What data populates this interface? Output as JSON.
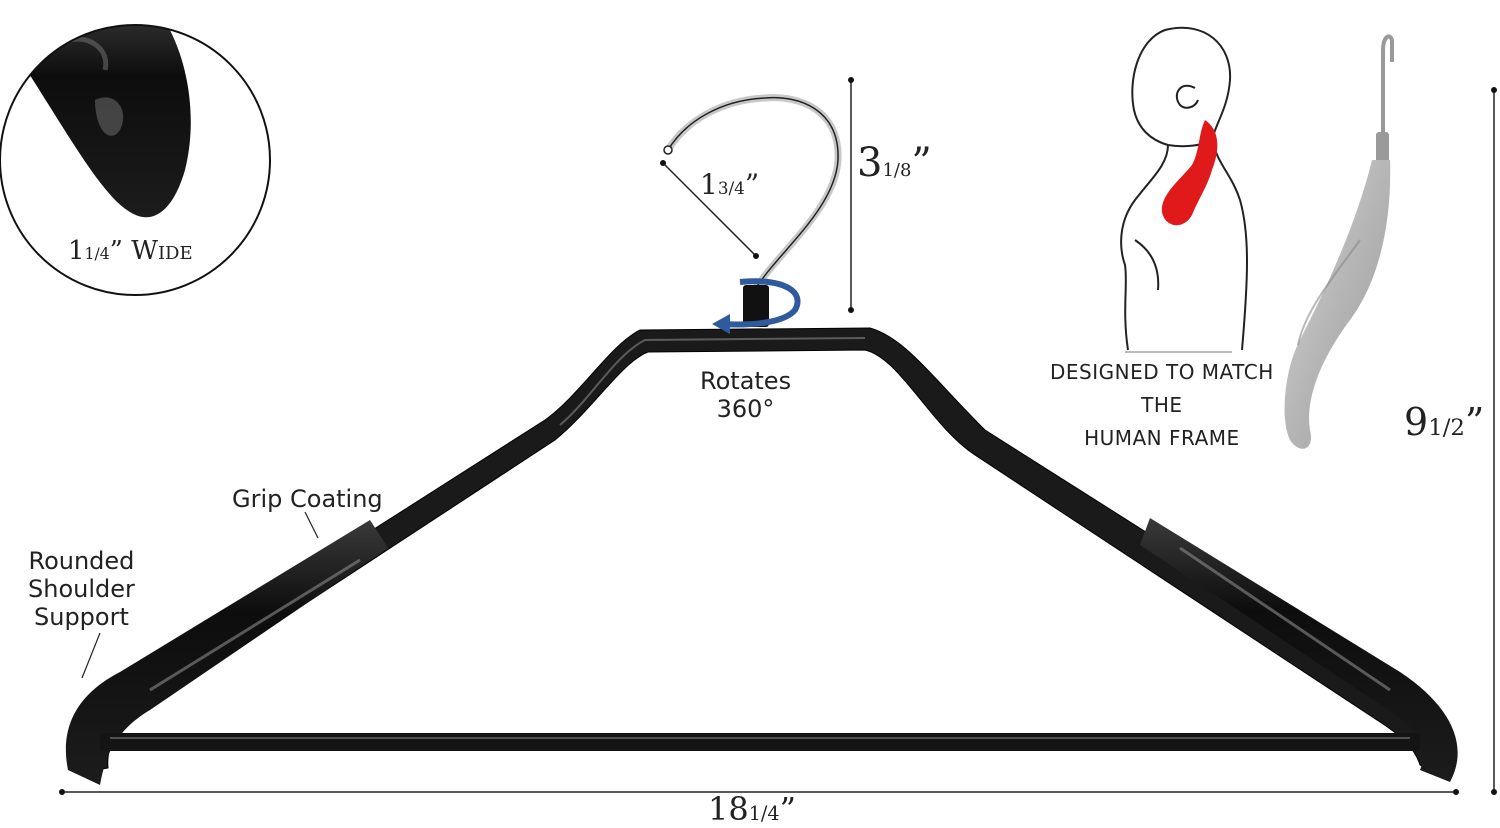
{
  "callouts": {
    "width_detail": {
      "number": "1",
      "fraction": "1/4",
      "inch": "”",
      "word": "Wide"
    },
    "grip": "Grip Coating",
    "shoulder": {
      "line1": "Rounded",
      "line2": "Shoulder",
      "line3": "Support"
    },
    "rotate": {
      "line1": "Rotates",
      "line2": "360°"
    },
    "frame_caption": {
      "line1": "DESIGNED TO MATCH",
      "line2": "THE",
      "line3": "HUMAN FRAME"
    }
  },
  "dimensions": {
    "hook_opening": {
      "whole": "1",
      "fraction": "3/4",
      "unit": "”"
    },
    "hook_height": {
      "whole": "3",
      "fraction": "1/8",
      "unit": "”"
    },
    "total_height": {
      "whole": "9",
      "fraction": "1/2",
      "unit": "”"
    },
    "total_width": {
      "whole": "18",
      "fraction": "1/4",
      "unit": "”"
    }
  },
  "colors": {
    "hanger": "#141414",
    "hook": "#bdbdbd",
    "rotate_arrow": "#2f5a9e",
    "neck_highlight": "#e01a1a",
    "side_profile": "#c4c4c4",
    "line": "#222222"
  },
  "icons": {
    "rotate": "rotate-arrow-icon",
    "person": "person-profile-icon",
    "side_view": "hanger-side-view-icon"
  }
}
